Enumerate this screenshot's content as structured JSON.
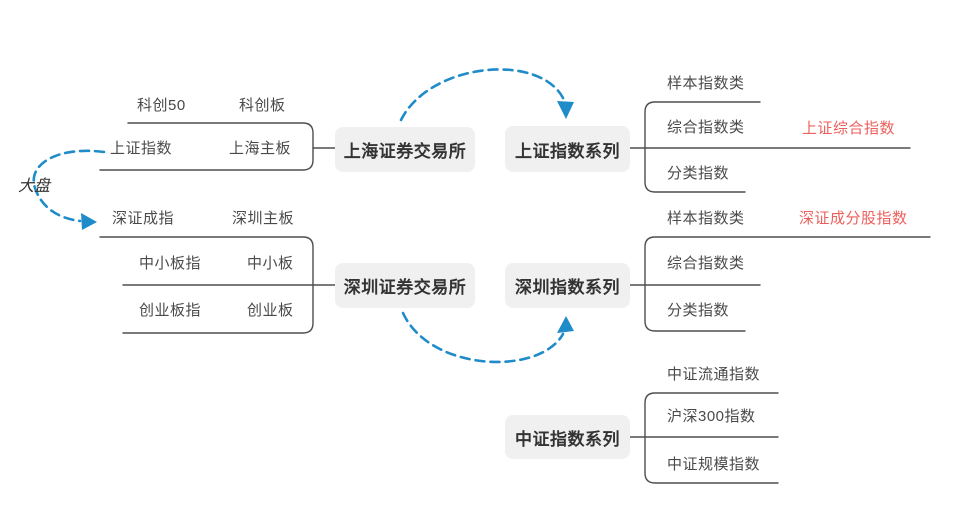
{
  "colors": {
    "arrow_blue": "#1f8bc9",
    "line_gray": "#4e4e4e",
    "highlight_red": "#ec5f5c",
    "node_bg": "#f0f0f0",
    "node_text": "#333333",
    "topic_text": "#4a4a4a"
  },
  "relationship": {
    "label": "大盘"
  },
  "exchanges": {
    "shanghai": {
      "label": "上海证券交易所"
    },
    "shenzhen": {
      "label": "深圳证券交易所"
    }
  },
  "shanghai_boards": [
    {
      "index": "科创50",
      "board": "科创板"
    },
    {
      "index": "上证指数",
      "board": "上海主板"
    }
  ],
  "shenzhen_boards": [
    {
      "index": "深证成指",
      "board": "深圳主板"
    },
    {
      "index": "中小板指",
      "board": "中小板"
    },
    {
      "index": "创业板指",
      "board": "创业板"
    }
  ],
  "series": {
    "sse": {
      "label": "上证指数系列",
      "children": [
        {
          "label": "样本指数类"
        },
        {
          "label": "综合指数类",
          "sub": "上证综合指数"
        },
        {
          "label": "分类指数"
        }
      ]
    },
    "szse": {
      "label": "深圳指数系列",
      "children": [
        {
          "label": "样本指数类",
          "sub": "深证成分股指数"
        },
        {
          "label": "综合指数类"
        },
        {
          "label": "分类指数"
        }
      ]
    },
    "csi": {
      "label": "中证指数系列",
      "children": [
        {
          "label": "中证流通指数"
        },
        {
          "label": "沪深300指数"
        },
        {
          "label": "中证规模指数"
        }
      ]
    }
  }
}
